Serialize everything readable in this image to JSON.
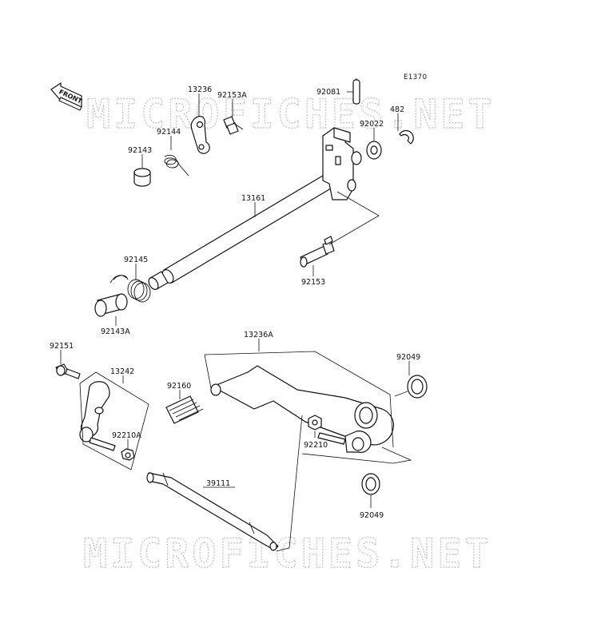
{
  "diagram": {
    "code": "E1370",
    "front_label": "FRONT",
    "watermark_text": "MICROFICHES.NET",
    "part_labels": [
      {
        "id": "13236",
        "text": "13236"
      },
      {
        "id": "92153A",
        "text": "92153A"
      },
      {
        "id": "92144",
        "text": "92144"
      },
      {
        "id": "92143",
        "text": "92143"
      },
      {
        "id": "92081",
        "text": "92081"
      },
      {
        "id": "482",
        "text": "482"
      },
      {
        "id": "92022",
        "text": "92022"
      },
      {
        "id": "13161",
        "text": "13161"
      },
      {
        "id": "92145",
        "text": "92145"
      },
      {
        "id": "92153",
        "text": "92153"
      },
      {
        "id": "92143A",
        "text": "92143A"
      },
      {
        "id": "92151",
        "text": "92151"
      },
      {
        "id": "13242",
        "text": "13242"
      },
      {
        "id": "92160",
        "text": "92160"
      },
      {
        "id": "13236A",
        "text": "13236A"
      },
      {
        "id": "92049a",
        "text": "92049"
      },
      {
        "id": "92210A",
        "text": "92210A"
      },
      {
        "id": "92210",
        "text": "92210"
      },
      {
        "id": "39111",
        "text": "39111"
      },
      {
        "id": "92049b",
        "text": "92049"
      }
    ]
  }
}
